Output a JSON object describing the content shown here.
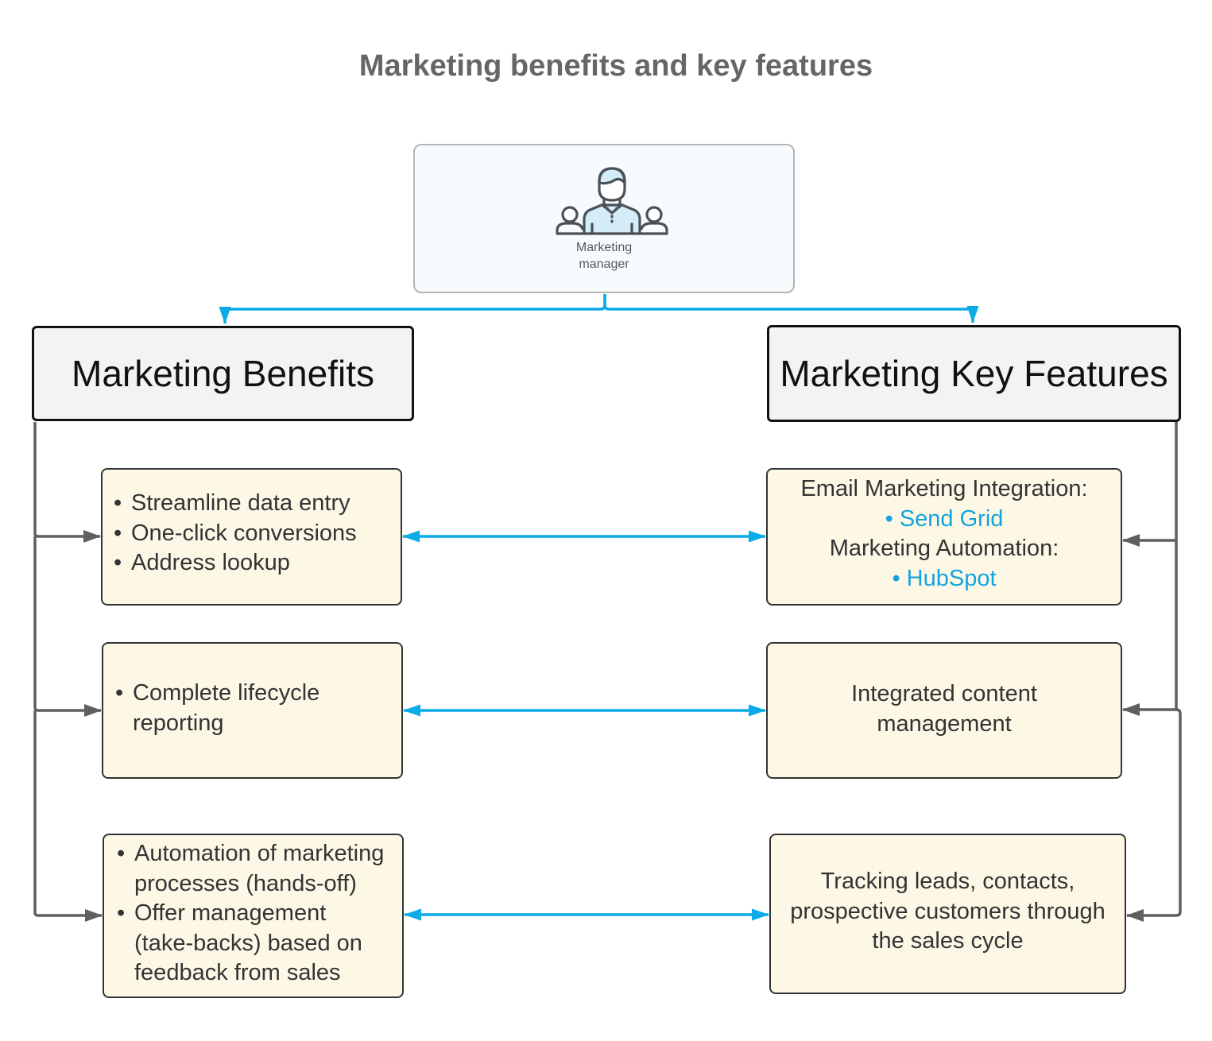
{
  "title": "Marketing benefits and key features",
  "colors": {
    "connector_blue": "#0aabe6",
    "connector_gray": "#5f5f5f",
    "card_fill": "#fdf8e6",
    "header_fill": "#f3f3f3",
    "link_text": "#12a4de"
  },
  "root": {
    "icon": "people-group-icon",
    "label": "Marketing\nmanager"
  },
  "benefits": {
    "header": "Marketing Benefits",
    "cards": [
      {
        "items": [
          "Streamline data entry",
          "One-click conversions",
          "Address lookup"
        ]
      },
      {
        "items": [
          "Complete lifecycle reporting"
        ]
      },
      {
        "items": [
          "Automation of marketing processes (hands-off)",
          "Offer management (take-backs) based on feedback from sales"
        ]
      }
    ]
  },
  "features": {
    "header": "Marketing Key Features",
    "cards": [
      {
        "lines": [
          {
            "text": "Email Marketing Integration:",
            "style": "plain"
          },
          {
            "text": "• Send Grid",
            "style": "link"
          },
          {
            "text": "Marketing Automation:",
            "style": "plain"
          },
          {
            "text": "• HubSpot",
            "style": "link"
          }
        ]
      },
      {
        "text": "Integrated content management"
      },
      {
        "text": "Tracking leads, contacts, prospective customers through the sales cycle"
      }
    ]
  },
  "connections": [
    {
      "from": "root",
      "to": "benefits-header",
      "style": "blue-arrow"
    },
    {
      "from": "root",
      "to": "features-header",
      "style": "blue-arrow"
    },
    {
      "from": "benefits-header",
      "to": "benefit-card-1",
      "style": "gray-arrow"
    },
    {
      "from": "benefits-header",
      "to": "benefit-card-2",
      "style": "gray-arrow"
    },
    {
      "from": "benefits-header",
      "to": "benefit-card-3",
      "style": "gray-arrow"
    },
    {
      "from": "features-header",
      "to": "feature-card-1",
      "style": "gray-arrow"
    },
    {
      "from": "features-header",
      "to": "feature-card-2",
      "style": "gray-arrow"
    },
    {
      "from": "features-header",
      "to": "feature-card-3",
      "style": "gray-arrow"
    },
    {
      "from": "benefit-card-1",
      "to": "feature-card-1",
      "style": "blue-double-arrow"
    },
    {
      "from": "benefit-card-2",
      "to": "feature-card-2",
      "style": "blue-double-arrow"
    },
    {
      "from": "benefit-card-3",
      "to": "feature-card-3",
      "style": "blue-double-arrow"
    }
  ]
}
